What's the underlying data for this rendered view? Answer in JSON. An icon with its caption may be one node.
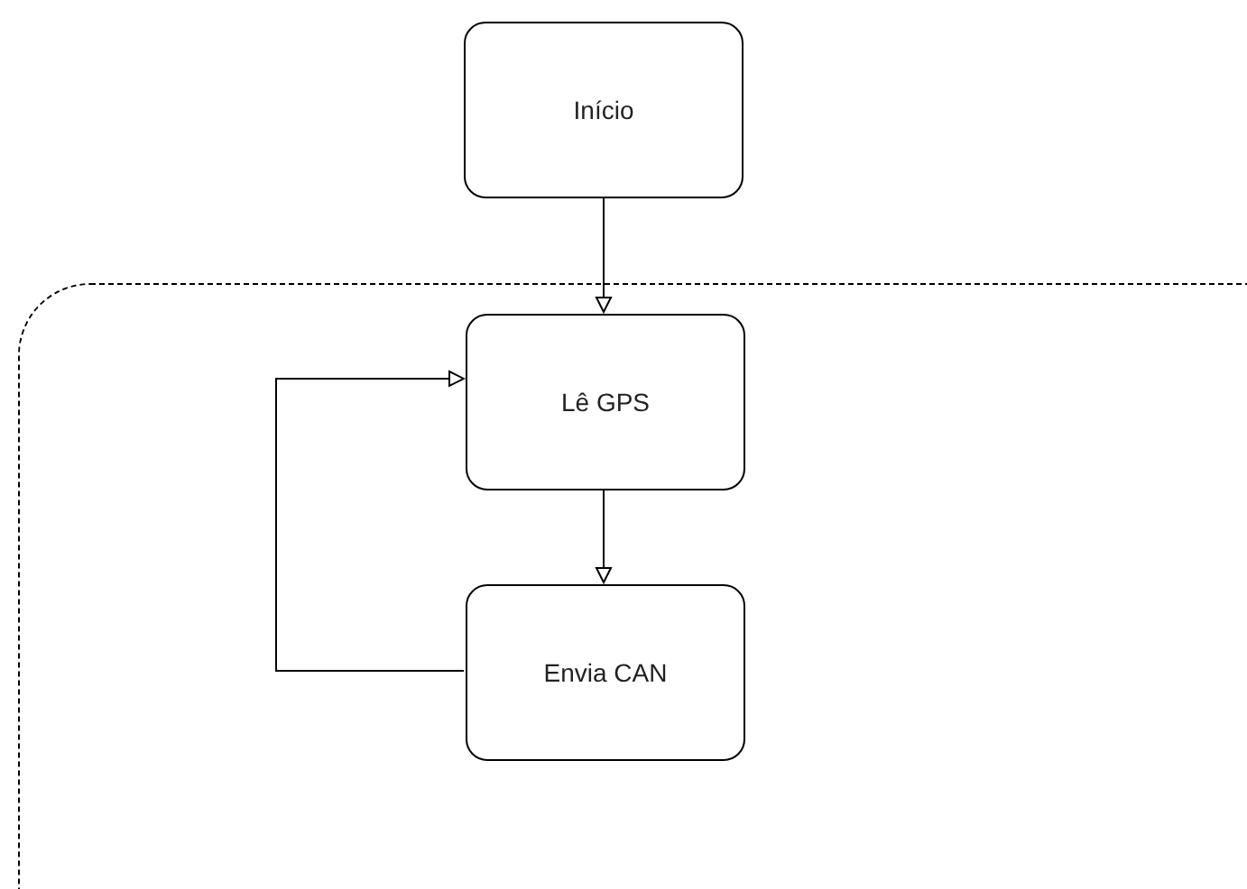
{
  "diagram": {
    "nodes": [
      {
        "text": [
          "Início"
        ]
      },
      {
        "text": [],
        "shape": "box"
      },
      {
        "text": [
          "Lê GPS"
        ],
        "in": 1
      },
      {
        "text": [
          "Envia CAN"
        ],
        "in": 1
      }
    ],
    "edges": [
      {
        "from": 0,
        "to": 2,
        "arrow": "to"
      },
      {
        "from": 2,
        "to": 3,
        "arrow": "to"
      },
      {
        "from": 3,
        "to": 2,
        "arrow": "to"
      }
    ]
  }
}
